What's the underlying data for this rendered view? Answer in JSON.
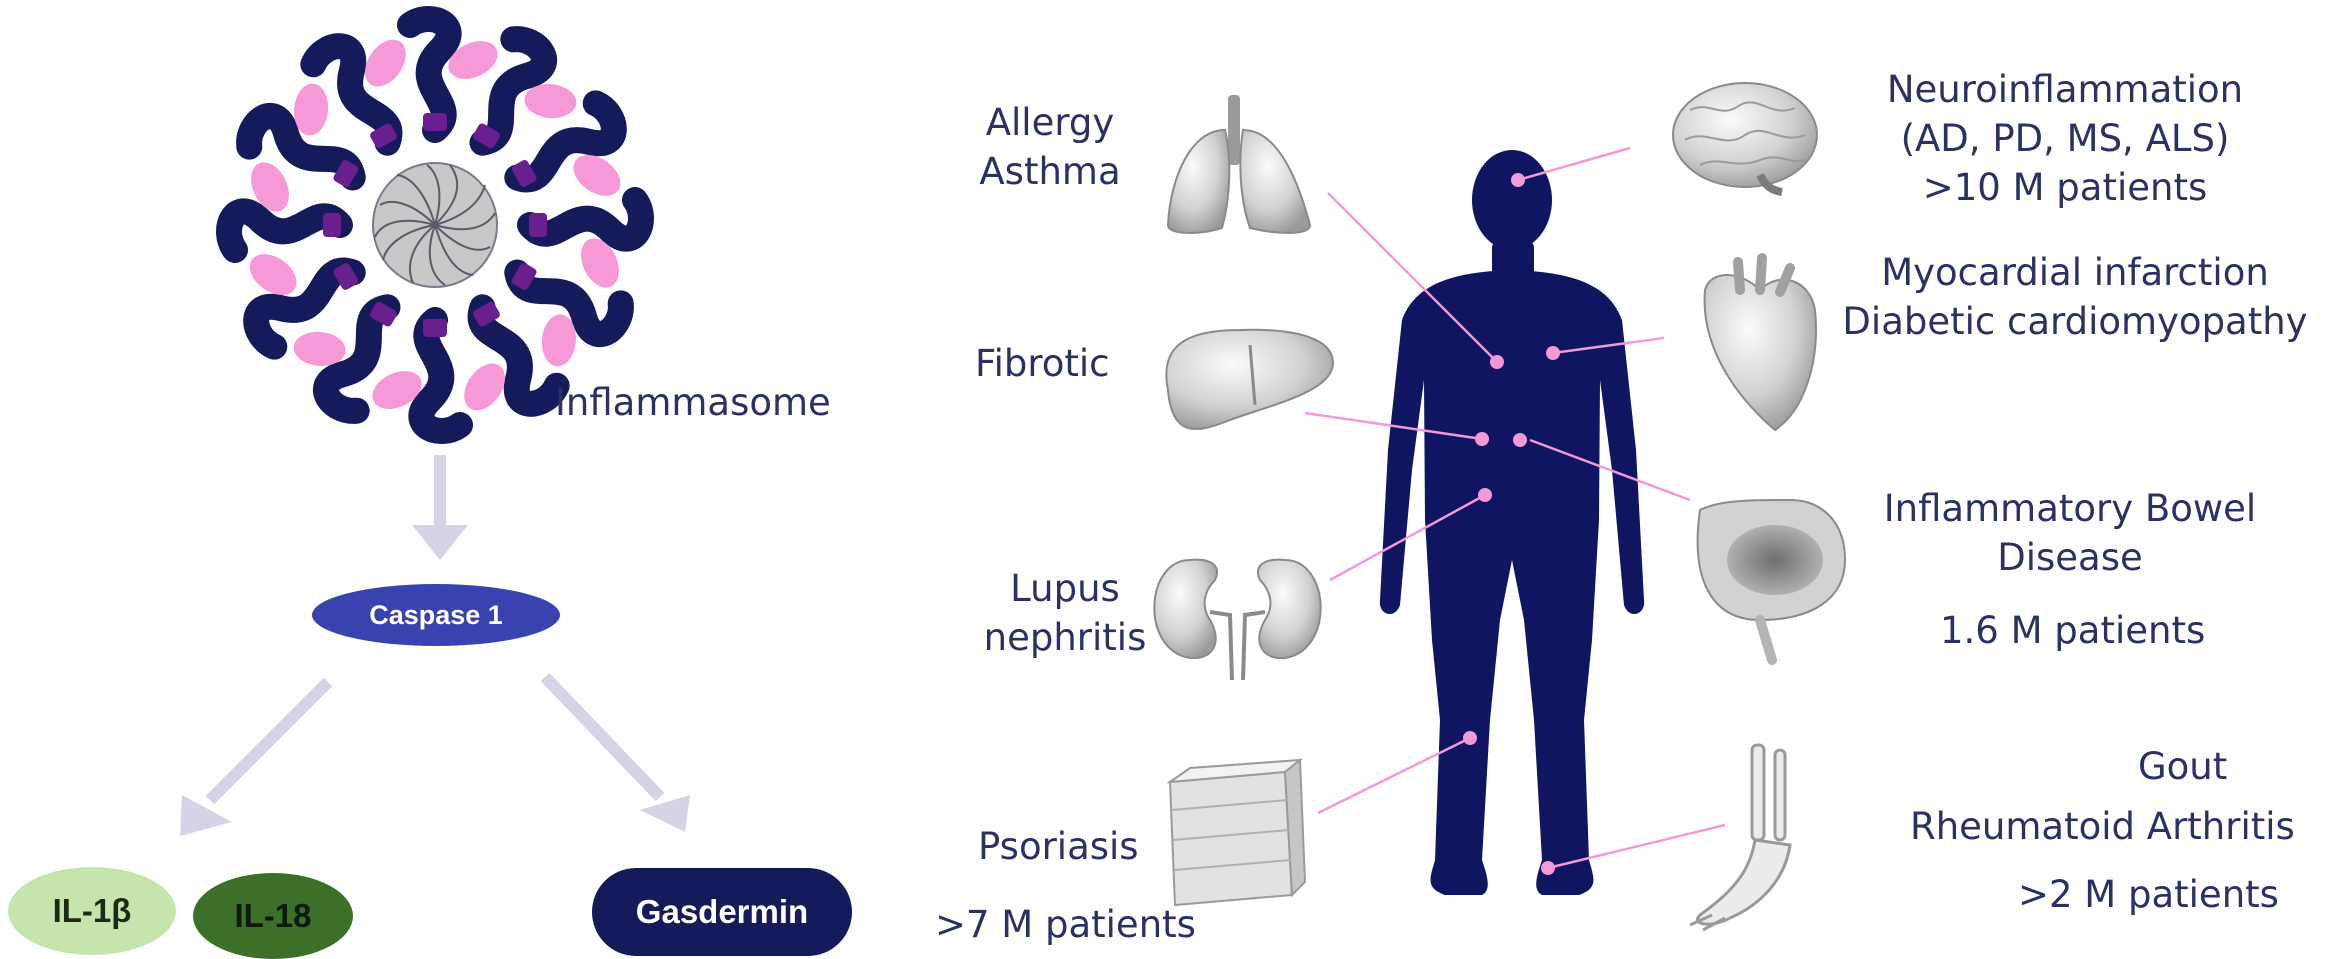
{
  "left_pathway": {
    "inflammasome_label": "Inflammasome",
    "caspase_label": "Caspase 1",
    "il1b_label": "IL-1β",
    "il18_label": "IL-18",
    "gasdermin_label": "Gasdermin"
  },
  "organ_labels": {
    "lung_line1": "Allergy",
    "lung_line2": "Asthma",
    "liver": "Fibrotic",
    "kidney_line1": "Lupus",
    "kidney_line2": "nephritis",
    "skin": "Psoriasis",
    "skin_patients": ">7 M patients"
  },
  "disease_labels": {
    "brain_line1": "Neuroinflammation",
    "brain_line2": "(AD, PD, MS, ALS)",
    "brain_patients": ">10 M patients",
    "heart_line1": "Myocardial infarction",
    "heart_line2": "Diabetic cardiomyopathy",
    "gut_line1": "Inflammatory Bowel",
    "gut_line2": "Disease",
    "gut_patients": "1.6 M patients",
    "joint_line1": "Gout",
    "joint_line2": "Rheumatoid Arthritis",
    "joint_patients": ">2 M patients"
  },
  "colors": {
    "navy": "#141a5a",
    "label_text": "#2a3163",
    "pink": "#f59ad6",
    "purple": "#6a1f8f",
    "caspase_blue": "#3943b0",
    "il1b_green": "#c6e5ad",
    "il18_green": "#3c6f28",
    "gasdermin_navy": "#141a5a",
    "arrow_gray": "#d4d4e6",
    "body_navy": "#0f1560",
    "pointer_pink": "#f29ad8"
  }
}
